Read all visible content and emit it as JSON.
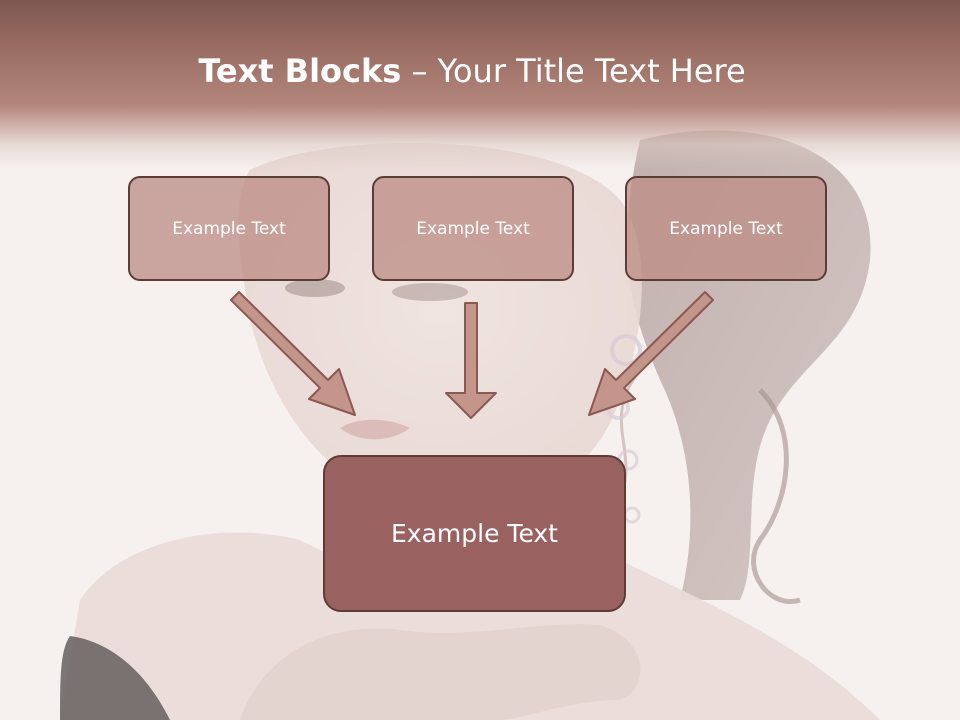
{
  "slide": {
    "title_bold": "Text Blocks",
    "title_rest": " – Your Title Text Here"
  },
  "boxes": {
    "left": "Example Text",
    "center": "Example Text",
    "right": "Example Text",
    "main": "Example Text"
  },
  "colors": {
    "header": "#a87a6f",
    "small_box_fill": "#be8e86",
    "main_box_fill": "#996260",
    "box_border": "#5e3c36",
    "arrow_fill": "#c3958b",
    "arrow_stroke": "#8a5a52"
  }
}
